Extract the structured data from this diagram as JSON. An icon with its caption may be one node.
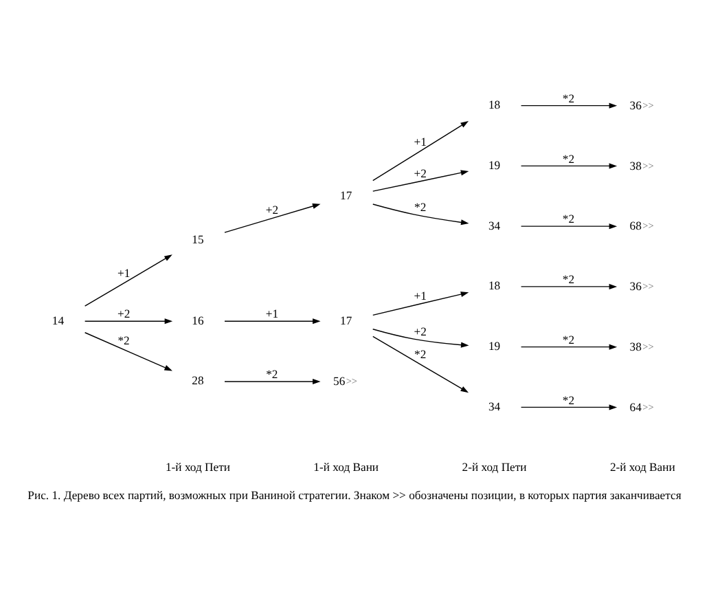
{
  "diagram": {
    "caption": "Рис. 1. Дерево всех партий, возможных при Ваниной стратегии. Знаком >> обозначены позиции, в которых партия заканчивается",
    "nodes": [
      {
        "text": [
          "14"
        ]
      },
      {
        "text": [
          "15"
        ]
      },
      {
        "text": [
          "16"
        ]
      },
      {
        "text": [
          "28"
        ]
      },
      {
        "text": [
          "17"
        ]
      },
      {
        "text": [
          "17"
        ]
      },
      {
        "text": [
          "56"
        ],
        "beside": [
          ">>"
        ]
      },
      {
        "text": [
          "18"
        ]
      },
      {
        "text": [
          "19"
        ]
      },
      {
        "text": [
          "34"
        ]
      },
      {
        "text": [
          "18"
        ]
      },
      {
        "text": [
          "19"
        ]
      },
      {
        "text": [
          "34"
        ]
      },
      {
        "text": [
          "36"
        ],
        "beside": [
          ">>"
        ]
      },
      {
        "text": [
          "38"
        ],
        "beside": [
          ">>"
        ]
      },
      {
        "text": [
          "68"
        ],
        "beside": [
          ">>"
        ]
      },
      {
        "text": [
          "36"
        ],
        "beside": [
          ">>"
        ]
      },
      {
        "text": [
          "38"
        ],
        "beside": [
          ">>"
        ]
      },
      {
        "text": [
          "64"
        ],
        "beside": [
          ">>"
        ]
      }
    ],
    "edges": [
      {
        "from": 0,
        "to": 1,
        "arrow": "to",
        "label": "+1"
      },
      {
        "from": 0,
        "to": 2,
        "arrow": "to",
        "label": "+2"
      },
      {
        "from": 0,
        "to": 3,
        "arrow": "to",
        "label": "*2"
      },
      {
        "from": 1,
        "to": 4,
        "arrow": "to",
        "label": "+2"
      },
      {
        "from": 2,
        "to": 5,
        "arrow": "to",
        "label": "+1"
      },
      {
        "from": 3,
        "to": 6,
        "arrow": "to",
        "label": "*2"
      },
      {
        "from": 4,
        "to": 7,
        "arrow": "to",
        "label": "+1"
      },
      {
        "from": 4,
        "to": 8,
        "arrow": "to",
        "label": "+2"
      },
      {
        "from": 4,
        "to": 9,
        "arrow": "to",
        "label": "*2"
      },
      {
        "from": 5,
        "to": 10,
        "arrow": "to",
        "label": "+1"
      },
      {
        "from": 5,
        "to": 11,
        "arrow": "to",
        "label": "+2"
      },
      {
        "from": 5,
        "to": 12,
        "arrow": "to",
        "label": "*2"
      },
      {
        "from": 7,
        "to": 13,
        "arrow": "to",
        "label": "*2"
      },
      {
        "from": 8,
        "to": 14,
        "arrow": "to",
        "label": "*2"
      },
      {
        "from": 9,
        "to": 15,
        "arrow": "to",
        "label": "*2"
      },
      {
        "from": 10,
        "to": 16,
        "arrow": "to",
        "label": "*2"
      },
      {
        "from": 11,
        "to": 17,
        "arrow": "to",
        "label": "*2"
      },
      {
        "from": 12,
        "to": 18,
        "arrow": "to",
        "label": "*2"
      }
    ],
    "labels": [
      "1-й ход Пети",
      "1-й ход Вани",
      "2-й ход Пети",
      "2-й ход Вани"
    ]
  }
}
